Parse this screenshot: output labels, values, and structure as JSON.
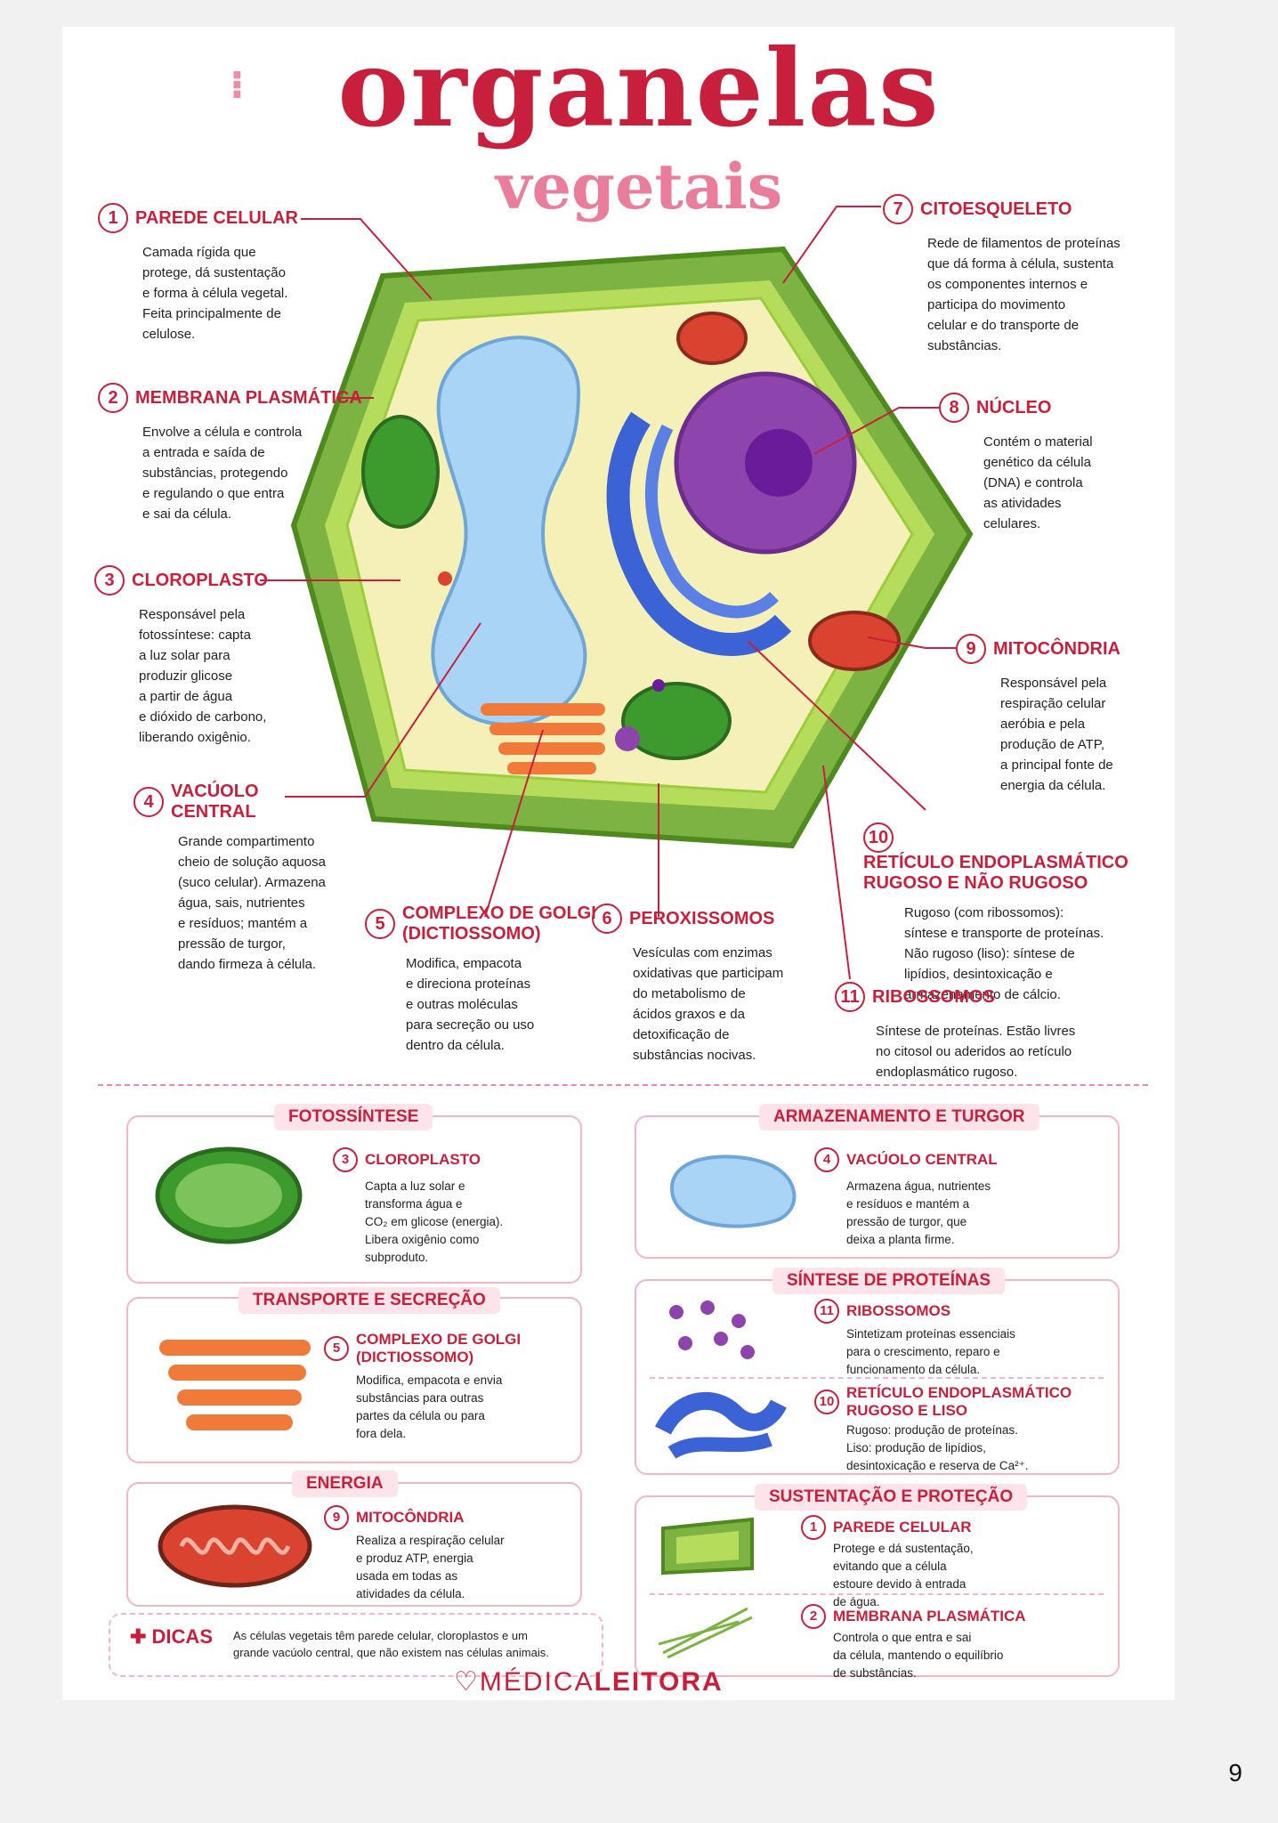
{
  "title": {
    "main": "organelas",
    "sub": "vegetais"
  },
  "labels": [
    {
      "n": "1",
      "head": "PAREDE CELULAR",
      "desc": "Camada rígida que\nprotege, dá sustentação\ne forma à célula vegetal.\nFeita principalmente de\ncelulose."
    },
    {
      "n": "2",
      "head": "MEMBRANA PLASMÁTICA",
      "desc": "Envolve a célula e controla\na entrada e saída de\nsubstâncias, protegendo\ne regulando o que entra\ne sai da célula."
    },
    {
      "n": "3",
      "head": "CLOROPLASTO",
      "desc": "Responsável pela\nfotossíntese: capta\na luz solar para\nproduzir glicose\na partir de água\ne dióxido de carbono,\nliberando oxigênio."
    },
    {
      "n": "4",
      "head": "VACÚOLO\nCENTRAL",
      "desc": "Grande compartimento\ncheio de solução aquosa\n(suco celular). Armazena\nágua, sais, nutrientes\ne resíduos; mantém a\npressão de turgor,\ndando firmeza à célula."
    },
    {
      "n": "5",
      "head": "COMPLEXO DE GOLGI\n(DICTIOSSOMO)",
      "desc": "Modifica, empacota\ne direciona proteínas\ne outras moléculas\npara secreção ou uso\ndentro da célula."
    },
    {
      "n": "6",
      "head": "PEROXISSOMOS",
      "desc": "Vesículas com enzimas\noxidativas que participam\ndo metabolismo de\nácidos graxos e da\ndetoxificação de\nsubstâncias nocivas."
    },
    {
      "n": "7",
      "head": "CITOESQUELETO",
      "desc": "Rede de filamentos de proteínas\nque dá forma à célula, sustenta\nos componentes internos e\nparticipa do movimento\ncelular e do transporte de\nsubstâncias."
    },
    {
      "n": "8",
      "head": "NÚCLEO",
      "desc": "Contém o material\ngenético da célula\n(DNA) e controla\nas atividades\ncelulares."
    },
    {
      "n": "9",
      "head": "MITOCÔNDRIA",
      "desc": "Responsável pela\nrespiração celular\naeróbia e pela\nprodução de ATP,\na principal fonte de\nenergia da célula."
    },
    {
      "n": "10",
      "head": "RETÍCULO ENDOPLASMÁTICO\nRUGOSO E NÃO RUGOSO",
      "desc": "Rugoso (com ribossomos):\nsíntese e transporte de proteínas.\nNão rugoso (liso): síntese de\nlipídios, desintoxicação e\narmazenamento de cálcio."
    },
    {
      "n": "11",
      "head": "RIBOSSOMOS",
      "desc": "Síntese de proteínas. Estão livres\nno citosol ou aderidos ao retículo\nendoplasmático rugoso."
    }
  ],
  "boxes": {
    "fotossintese": {
      "tag": "FOTOSSÍNTESE",
      "n": "3",
      "head": "CLOROPLASTO",
      "desc": "Capta a luz solar e\ntransforma água e\nCO₂ em glicose (energia).\nLibera oxigênio como\nsubproduto."
    },
    "armazenamento": {
      "tag": "ARMAZENAMENTO E TURGOR",
      "n": "4",
      "head": "VACÚOLO CENTRAL",
      "desc": "Armazena água, nutrientes\ne resíduos e mantém a\npressão de turgor, que\ndeixa a planta firme."
    },
    "transporte": {
      "tag": "TRANSPORTE E SECREÇÃO",
      "n": "5",
      "head": "COMPLEXO DE GOLGI\n(DICTIOSSOMO)",
      "desc": "Modifica, empacota e envia\nsubstâncias para outras\npartes da célula ou para\nfora dela."
    },
    "sintese": {
      "tag": "SÍNTESE DE PROTEÍNAS",
      "a": {
        "n": "11",
        "head": "RIBOSSOMOS",
        "desc": "Sintetizam proteínas essenciais\npara o crescimento, reparo e\nfuncionamento da célula."
      },
      "b": {
        "n": "10",
        "head": "RETÍCULO ENDOPLASMÁTICO\nRUGOSO E LISO",
        "desc": "Rugoso: produção de proteínas.\nLiso: produção de lipídios,\ndesintoxicação e reserva de Ca²⁺."
      }
    },
    "energia": {
      "tag": "ENERGIA",
      "n": "9",
      "head": "MITOCÔNDRIA",
      "desc": "Realiza a respiração celular\ne produz ATP, energia\nusada em todas as\natividades da célula."
    },
    "sustentacao": {
      "tag": "SUSTENTAÇÃO E PROTEÇÃO",
      "a": {
        "n": "1",
        "head": "PAREDE CELULAR",
        "desc": "Protege e dá sustentação,\nevitando que a célula\nestoure devido à entrada\nde água."
      },
      "b": {
        "n": "2",
        "head": "MEMBRANA PLASMÁTICA",
        "desc": "Controla o que entra e sai\nda célula, mantendo o equilíbrio\nde substâncias."
      }
    }
  },
  "dicas": {
    "tag": "DICAS",
    "text": "As células vegetais têm parede celular, cloroplastos e um\ngrande vacúolo central, que não existem nas células animais."
  },
  "brand": {
    "light": "MÉDICA",
    "bold": "LEITORA"
  },
  "page_number": "9",
  "colors": {
    "accent": "#c8203c",
    "pink": "#ea7c9c",
    "wall": "#7cb342",
    "vacuole": "#a9d4f5",
    "nucleus": "#8e44ad",
    "er": "#3b63d6",
    "golgi": "#f07a3a",
    "mito": "#d9432f"
  }
}
